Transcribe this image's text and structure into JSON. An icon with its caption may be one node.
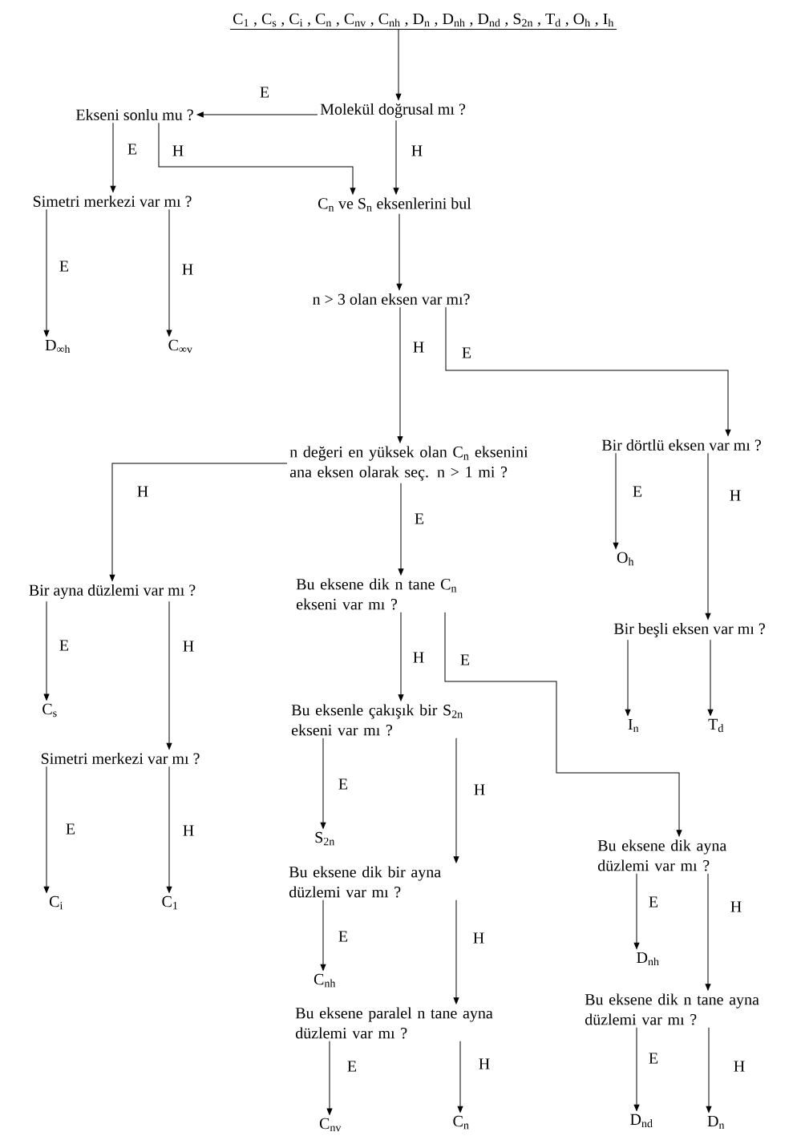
{
  "diagram": {
    "nodes": [
      {
        "text": [
          "C$_{1}$ , C$_{s}$ , C$_{i}$ , C$_{n}$ , C$_{nv}$ , C$_{nh}$ , D$_{n}$ , D$_{nh}$ , D$_{nd}$ , S$_{2n}$ , T$_{d}$ , O$_{h}$ , I$_{h}$"
        ]
      },
      {
        "text": [
          "Molekül doğrusal mı ?"
        ]
      },
      {
        "text": [
          "Ekseni sonlu mu ?"
        ]
      },
      {
        "text": [
          "Simetri merkezi var mı ?"
        ]
      },
      {
        "text": [
          "C$_{n}$ ve S$_{n}$ eksenlerini bul"
        ]
      },
      {
        "text": [
          "D$_{∞h}$"
        ]
      },
      {
        "text": [
          "C$_{∞v}$"
        ]
      },
      {
        "text": [
          "n > 3 olan eksen var mı?"
        ]
      },
      {
        "text": [
          "n değeri en yüksek olan C$_{n}$ eksenini ana eksen olarak seç. n > 1 mi ?"
        ]
      },
      {
        "text": [
          "Bir dörtlü eksen var mı ?"
        ]
      },
      {
        "text": [
          "O$_{h}$"
        ]
      },
      {
        "text": [
          "Bir beşli eksen var mı ?"
        ]
      },
      {
        "text": [
          "I$_{n}$"
        ]
      },
      {
        "text": [
          "T$_{d}$"
        ]
      },
      {
        "text": [
          "Bir ayna düzlemi var mı ?"
        ]
      },
      {
        "text": [
          "Bu eksene dik n tane C$_{n}$ ekseni var mı ?"
        ]
      },
      {
        "text": [
          "C$_{s}$"
        ]
      },
      {
        "text": [
          "Simetri merkezi var mı ?"
        ]
      },
      {
        "text": [
          "Bu eksenle çakışık bir S$_{2n}$ ekseni var mı ?"
        ]
      },
      {
        "text": [
          "C$_{i}$"
        ]
      },
      {
        "text": [
          "C$_{1}$"
        ]
      },
      {
        "text": [
          "S$_{2n}$"
        ]
      },
      {
        "text": [
          "Bu eksene dik bir ayna düzlemi var mı ?"
        ]
      },
      {
        "text": [
          "Bu eksene dik ayna düzlemi var mı ?"
        ]
      },
      {
        "text": [
          "C$_{nh}$"
        ]
      },
      {
        "text": [
          "D$_{nh}$"
        ]
      },
      {
        "text": [
          "Bu eksene paralel n tane ayna düzlemi var mı ?"
        ]
      },
      {
        "text": [
          "Bu eksene dik n tane ayna düzlemi var mı ?"
        ]
      },
      {
        "text": [
          "C$_{nv}$"
        ]
      },
      {
        "text": [
          "C$_{n}$"
        ]
      },
      {
        "text": [
          "D$_{nd}$"
        ]
      },
      {
        "text": [
          "D$_{n}$"
        ]
      }
    ],
    "edges": [
      {
        "from": 0,
        "to": 1,
        "arrow": "to"
      },
      {
        "from": 1,
        "to": 2,
        "arrow": "to",
        "label": "E"
      },
      {
        "from": 1,
        "to": 4,
        "arrow": "to",
        "label": "H"
      },
      {
        "from": 2,
        "to": 3,
        "arrow": "to",
        "label": "E"
      },
      {
        "from": 2,
        "to": 4,
        "arrow": "to",
        "label": "H"
      },
      {
        "from": 3,
        "to": 5,
        "arrow": "to",
        "label": "E"
      },
      {
        "from": 3,
        "to": 6,
        "arrow": "to",
        "label": "H"
      },
      {
        "from": 4,
        "to": 7,
        "arrow": "to"
      },
      {
        "from": 7,
        "to": 8,
        "arrow": "to",
        "label": "H"
      },
      {
        "from": 7,
        "to": 9,
        "arrow": "to",
        "label": "E"
      },
      {
        "from": 8,
        "to": 14,
        "arrow": "to",
        "label": "H"
      },
      {
        "from": 8,
        "to": 15,
        "arrow": "to",
        "label": "E"
      },
      {
        "from": 9,
        "to": 10,
        "arrow": "to",
        "label": "E"
      },
      {
        "from": 9,
        "to": 11,
        "arrow": "to",
        "label": "H"
      },
      {
        "from": 11,
        "to": 12,
        "arrow": "to"
      },
      {
        "from": 11,
        "to": 13,
        "arrow": "to"
      },
      {
        "from": 14,
        "to": 16,
        "arrow": "to",
        "label": "E"
      },
      {
        "from": 14,
        "to": 17,
        "arrow": "to",
        "label": "H"
      },
      {
        "from": 15,
        "to": 18,
        "arrow": "to",
        "label": "H"
      },
      {
        "from": 15,
        "to": 23,
        "arrow": "to",
        "label": "E"
      },
      {
        "from": 17,
        "to": 19,
        "arrow": "to",
        "label": "E"
      },
      {
        "from": 17,
        "to": 20,
        "arrow": "to",
        "label": "H"
      },
      {
        "from": 18,
        "to": 21,
        "arrow": "to",
        "label": "E"
      },
      {
        "from": 18,
        "to": 22,
        "arrow": "to",
        "label": "H"
      },
      {
        "from": 22,
        "to": 24,
        "arrow": "to",
        "label": "E"
      },
      {
        "from": 22,
        "to": 26,
        "arrow": "to",
        "label": "H"
      },
      {
        "from": 23,
        "to": 25,
        "arrow": "to",
        "label": "E"
      },
      {
        "from": 23,
        "to": 27,
        "arrow": "to",
        "label": "H"
      },
      {
        "from": 26,
        "to": 28,
        "arrow": "to",
        "label": "E"
      },
      {
        "from": 26,
        "to": 29,
        "arrow": "to",
        "label": "H"
      },
      {
        "from": 27,
        "to": 30,
        "arrow": "to",
        "label": "E"
      },
      {
        "from": 27,
        "to": 31,
        "arrow": "to",
        "label": "H"
      }
    ]
  }
}
